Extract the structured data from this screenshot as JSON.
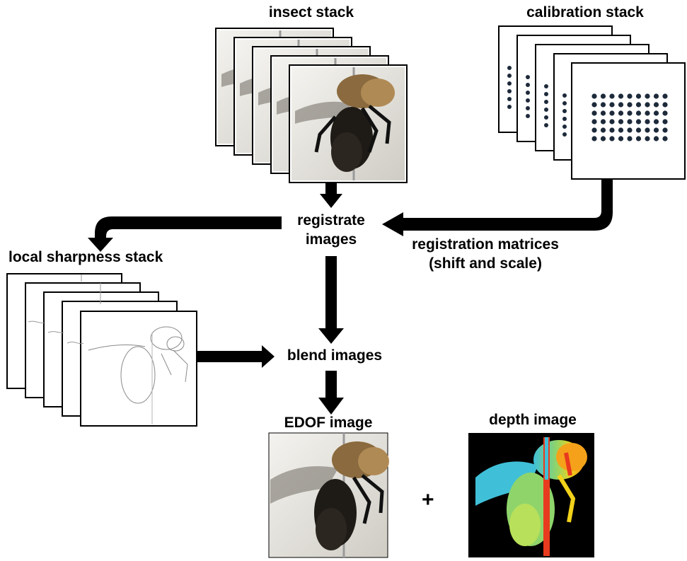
{
  "labels": {
    "insect_stack": "insect stack",
    "calibration_stack": "calibration stack",
    "registrate": "registrate\nimages",
    "local_sharpness_stack": "local sharpness stack",
    "registration_matrices": "registration matrices\n(shift and scale)",
    "blend_images": "blend images",
    "edof_image": "EDOF image",
    "depth_image": "depth image",
    "plus": "+"
  },
  "colors": {
    "arrow": "#000000",
    "calibration_bg": "#c9d7ea",
    "calibration_dot": "#1d2a3a",
    "insect_bg": "#e6e4de",
    "insect_body": "#1e1a16",
    "insect_fur": "#8a6a3e",
    "depth_bg": "#000000",
    "depth_near": "#e83a1e",
    "depth_mid": "#f2d21a",
    "depth_far": "#3fc0d8"
  },
  "stacks": {
    "insect_count": 5,
    "calibration_count": 5,
    "sharpness_count": 5
  }
}
